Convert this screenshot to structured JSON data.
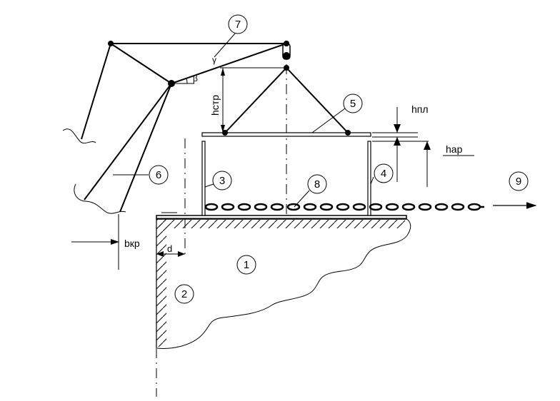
{
  "callouts": [
    {
      "id": "1",
      "label": "1"
    },
    {
      "id": "2",
      "label": "2"
    },
    {
      "id": "3",
      "label": "3"
    },
    {
      "id": "4",
      "label": "4"
    },
    {
      "id": "5",
      "label": "5"
    },
    {
      "id": "6",
      "label": "6"
    },
    {
      "id": "7",
      "label": "7"
    },
    {
      "id": "8",
      "label": "8"
    },
    {
      "id": "9",
      "label": "9"
    }
  ],
  "dimensions": {
    "h_str": "hстр",
    "h_pl": "hпл",
    "h_ar": "hар",
    "b_kr": "bкр",
    "d": "d",
    "beta": "β",
    "gamma": "γ"
  },
  "colors": {
    "ink": "#000000",
    "background": "#ffffff"
  }
}
